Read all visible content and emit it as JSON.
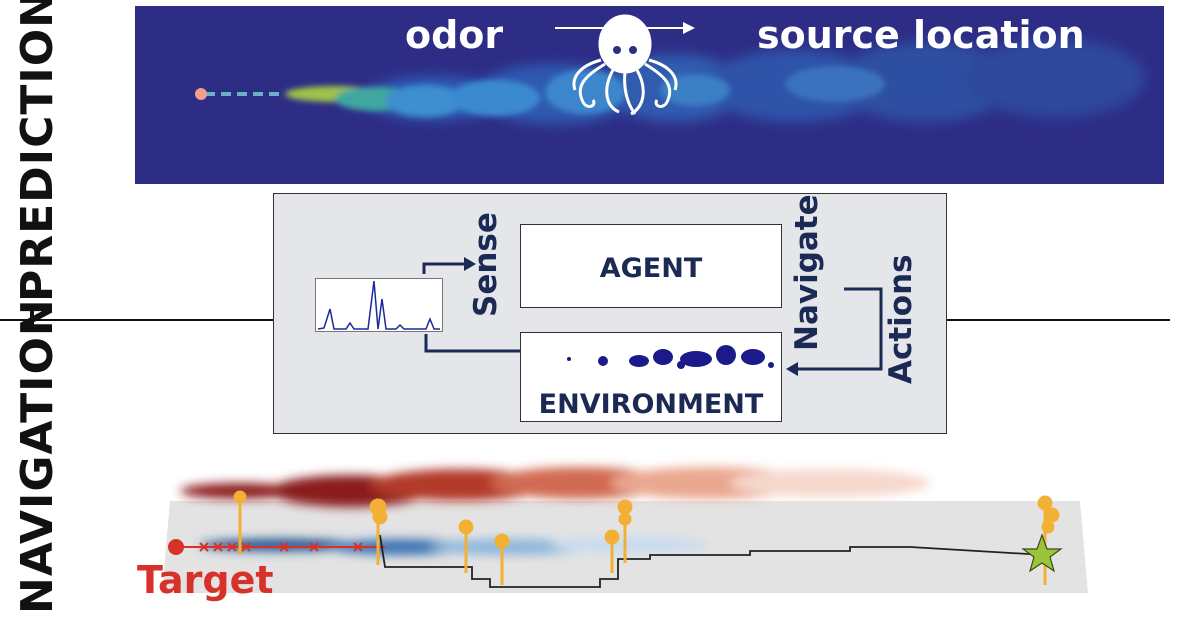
{
  "side_labels": {
    "top": "PREDICTIONS",
    "bottom": "NAVIGATION"
  },
  "top_panel": {
    "left_text": "odor",
    "right_text": "source location",
    "icon": "octopus-icon"
  },
  "loop": {
    "agent": "AGENT",
    "environment": "ENVIRONMENT",
    "sense": "Sense",
    "navigate": "Navigate",
    "actions": "Actions"
  },
  "navigation": {
    "target_label": "Target"
  },
  "colors": {
    "panel_bg": "#2e2d86",
    "box_text": "#1a2a55",
    "target": "#d7322a",
    "agent_marker": "#f2b134",
    "source_star": "#9ac43c"
  }
}
